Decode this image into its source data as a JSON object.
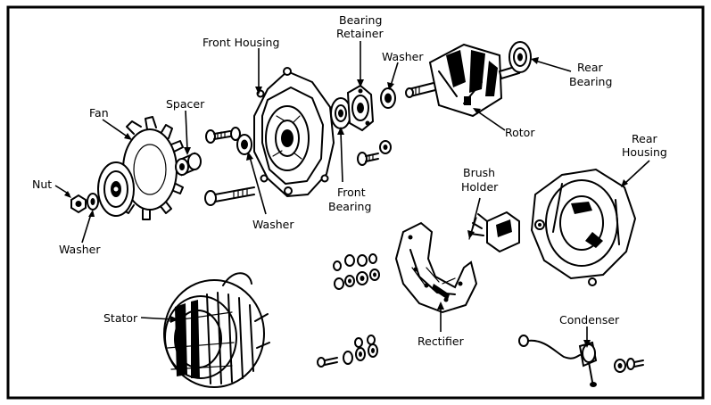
{
  "diagram": {
    "labels": {
      "nut": "Nut",
      "washer_nut": "Washer",
      "fan": "Fan",
      "spacer": "Spacer",
      "front_housing": "Front Housing",
      "washer_front": "Washer",
      "bearing_retainer_1": "Bearing",
      "bearing_retainer_2": "Retainer",
      "washer_top": "Washer",
      "front_bearing_1": "Front",
      "front_bearing_2": "Bearing",
      "rear_bearing_1": "Rear",
      "rear_bearing_2": "Bearing",
      "rotor": "Rotor",
      "rear_housing_1": "Rear",
      "rear_housing_2": "Housing",
      "brush_holder_1": "Brush",
      "brush_holder_2": "Holder",
      "stator": "Stator",
      "rectifier": "Rectifier",
      "condenser": "Condenser"
    }
  }
}
